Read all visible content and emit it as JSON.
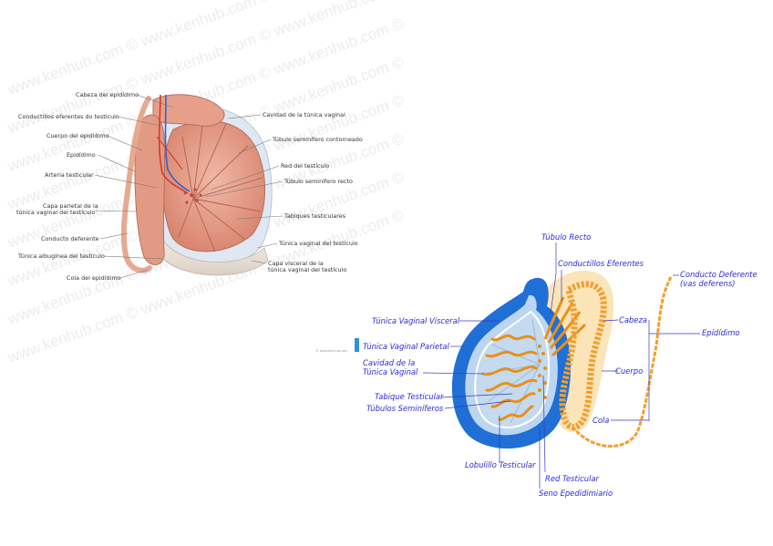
{
  "watermark": {
    "lines": [
      "www.kenhub.com © www.kenhub.com © www.kenhub.com ©",
      "www.kenhub.com © www.kenhub.com © www.kenhub.com ©",
      "www.kenhub.com © www.kenhub.com © www.kenhub.com ©",
      "www.kenhub.com © www.kenhub.com © www.kenhub.com ©",
      "www.kenhub.com © www.kenhub.com © www.kenhub.com ©",
      "www.kenhub.com © www.kenhub.com © www.kenhub.com ©",
      "www.kenhub.com © www.kenhub.com © www.kenhub.com ©",
      "www.kenhub.com © www.kenhub.com © www.kenhub.com ©"
    ]
  },
  "left_diagram": {
    "labels_left": [
      "Cabeza del epidídimo",
      "Conductillos eferentes do testículo",
      "Cuerpo del epidídimo",
      "Epidídimo",
      "Arteria testicular",
      "Capa parietal de la",
      "túnica vaginal del testículo",
      "Conducto deferente",
      "Túnica albugínea del testículo",
      "Cola del epidídimo"
    ],
    "labels_right": [
      "Cavidad de la túnica vaginal",
      "Túbulo seminífero contorneado",
      "Red del testículo",
      "Túbulo seminífero recto",
      "Tabiques testiculares",
      "Túnica vaginal del testículo",
      "Capa visceral de la",
      "túnica vaginal del testículo"
    ],
    "credit": "© www.kenhub.com"
  },
  "right_diagram": {
    "labels": [
      "Túbulo Recto",
      "Conductillos Eferentes",
      "Conducto Deferente",
      "(vas deferens)",
      "Túnica Vaginal Visceral",
      "Cabeza",
      "Epidídimo",
      "Túnica Vaginal Parietal",
      "Cavidad de la",
      "Túnica Vaginal",
      "Cuerpo",
      "Tabique Testicular",
      "Túbulos Seminíferos",
      "Cola",
      "Lobulillo Testicular",
      "Red Testicular",
      "Seno Epedidimiario"
    ]
  },
  "colors": {
    "tissue": "#e0907a",
    "tissue_dark": "#c46a55",
    "vessel_red": "#d23a2a",
    "vessel_blue": "#3a5fc8",
    "tunica_blue": "#1f6fd6",
    "tubule_orange": "#e8901a",
    "epididymis_bg": "#fbe4b8",
    "label_blue": "#2a2ad8"
  }
}
